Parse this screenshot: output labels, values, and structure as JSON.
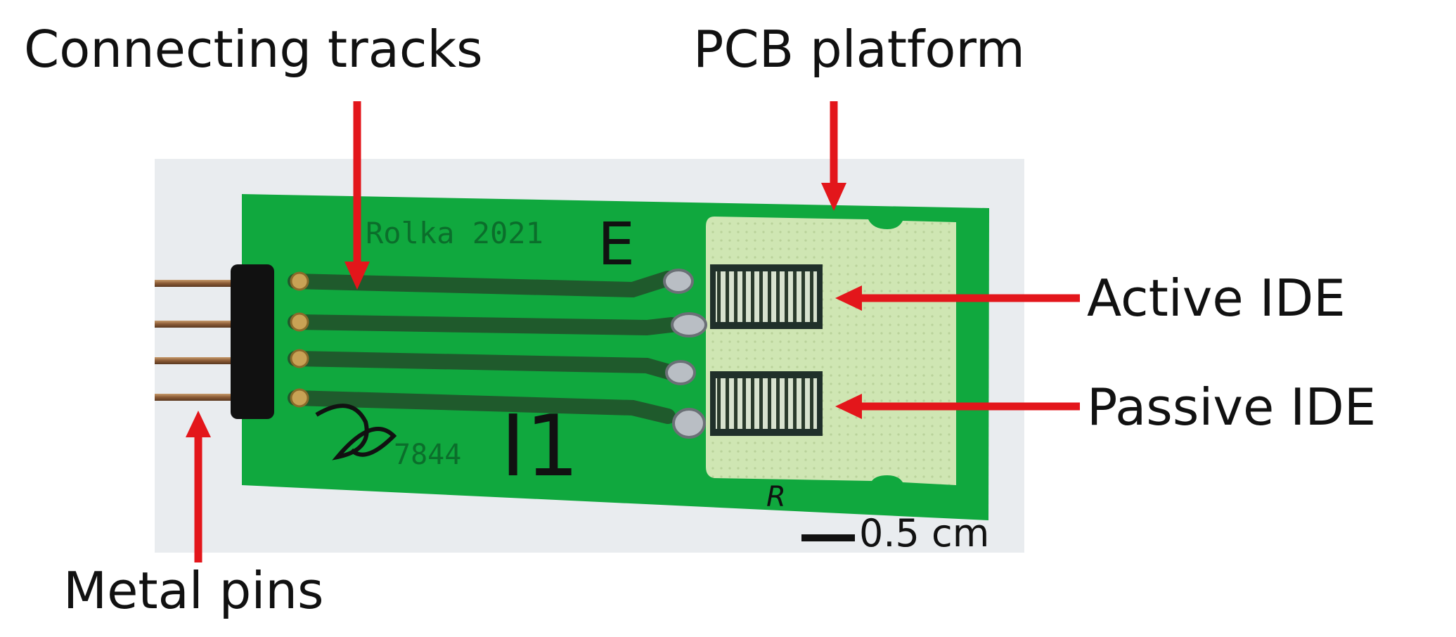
{
  "figure": {
    "labels": {
      "connecting_tracks": "Connecting tracks",
      "pcb_platform": "PCB platform",
      "active_ide": "Active IDE",
      "passive_ide": "Passive IDE",
      "metal_pins": "Metal pins"
    },
    "scale_bar": {
      "label": "0.5 cm"
    },
    "board_marking": "Rolka 2021",
    "handwriting": {
      "top_letter": "E",
      "bottom_code": "I1",
      "serial": "7844",
      "small_letter": "R"
    },
    "colors": {
      "pcb_green": "#10a83e",
      "track_dark_green": "#1f5a2c",
      "platform_cream": "#cfe6b3",
      "arrow_red": "#e3161b",
      "background_photo": "#e9ecef"
    }
  }
}
